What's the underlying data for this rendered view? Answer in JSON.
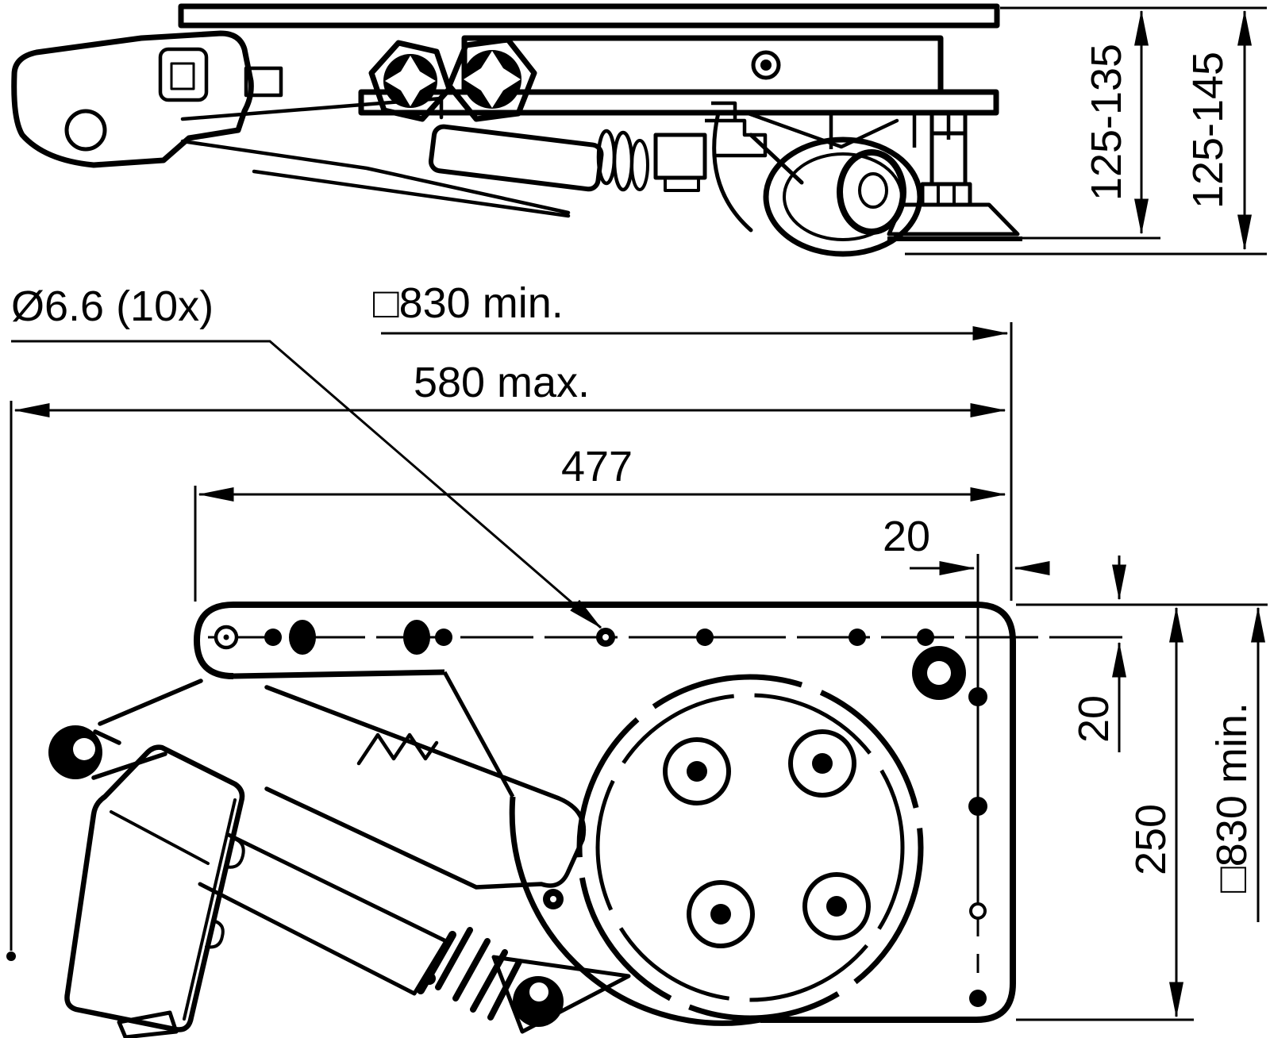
{
  "page": {
    "background": "#ffffff",
    "ink": "#000000",
    "kind": "dimensioned technical drawing, two orthographic views"
  },
  "dims": {
    "hole_callout": "Ø6.6 (10x)",
    "width_min_h": "□830 min.",
    "width_max": "580 max.",
    "mount_span": "477",
    "offset_x": "20",
    "offset_y": "20",
    "plate_depth": "250",
    "depth_min_v": "□830 min.",
    "height_foot": "125-135",
    "height_caster": "125-145"
  }
}
